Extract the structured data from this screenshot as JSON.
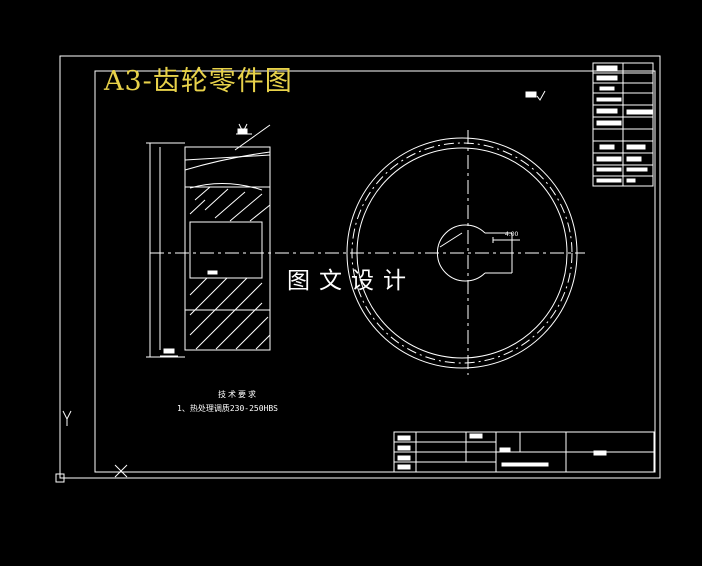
{
  "drawing": {
    "title": "A3-齿轮零件图",
    "watermark": "图文设计",
    "tech_requirements_title": "技术要求",
    "tech_requirements_item": "1、热处理调质230-250HBS",
    "dimension_text": "4.00"
  },
  "colors": {
    "background": "#000000",
    "lines": "#ffffff",
    "title": "#e8d24a"
  }
}
